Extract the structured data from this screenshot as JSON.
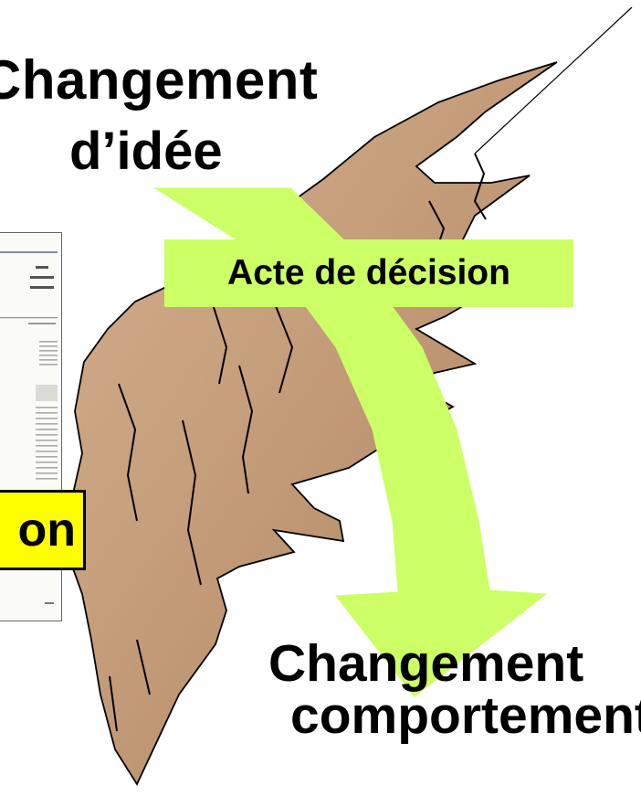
{
  "title_top": {
    "line1": "Changement",
    "line2": "d’idée"
  },
  "decision_label": "Acte de décision",
  "partial_label": "on",
  "title_bottom": {
    "line1": "Changement",
    "line2": "comportement"
  },
  "colors": {
    "rock": "#c29a78",
    "arrow": "#ccff66",
    "decision_box": "#ccff66",
    "partial_box": "#ffff00",
    "text": "#000000"
  },
  "icons": [
    "document-thumbnail",
    "rock-cliff",
    "curved-arrow"
  ]
}
